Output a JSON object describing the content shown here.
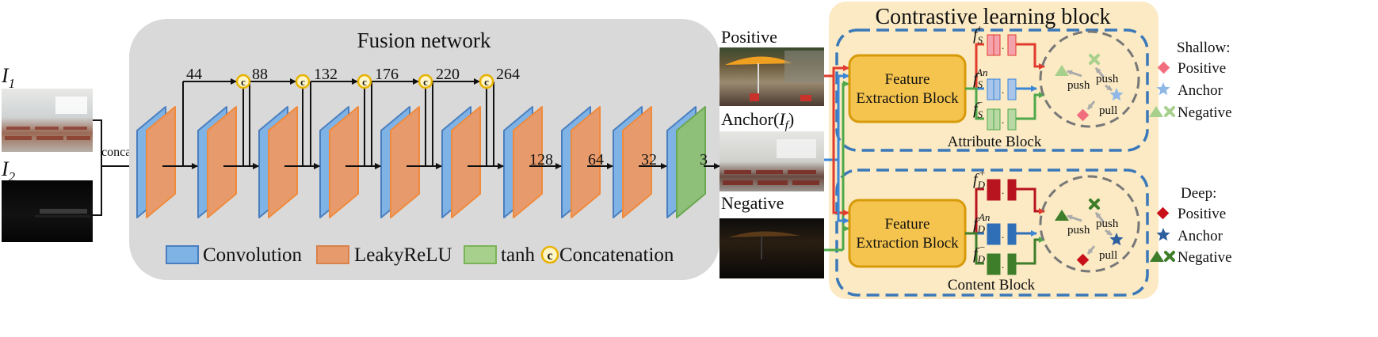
{
  "inputs": {
    "i1_label": "I",
    "i1_sub": "1",
    "i2_label": "I",
    "i2_sub": "2",
    "concat_label": "concat"
  },
  "fusion": {
    "title": "Fusion network",
    "skip_channels": [
      "44",
      "88",
      "132",
      "176",
      "220",
      "264"
    ],
    "concat_symbol": "c",
    "tail_channels": [
      "128",
      "64",
      "32",
      "3"
    ]
  },
  "legend": {
    "convolution": "Convolution",
    "leakyrelu": "LeakyReLU",
    "tanh": "tanh",
    "concat_symbol": "c",
    "concatenation": "Concatenation"
  },
  "samples": {
    "positive": "Positive",
    "anchor": "Anchor(",
    "anchor_var": "I",
    "anchor_sub": "f",
    "anchor_close": ")",
    "negative": "Negative"
  },
  "contrastive": {
    "title": "Contrastive learning block",
    "extraction_line1": "Feature",
    "extraction_line2": "Extraction Block",
    "attribute_block": "Attribute Block",
    "content_block": "Content Block",
    "push": "push",
    "pull": "pull",
    "f": "f",
    "sub_s": "S",
    "sub_d": "D",
    "sup_plus": "+",
    "sup_an": "An",
    "sup_minus": "−"
  },
  "key": {
    "shallow": "Shallow:",
    "deep": "Deep:",
    "positive": "Positive",
    "anchor": "Anchor",
    "negative": "Negative"
  },
  "colors": {
    "conv": "#7fb2e5",
    "relu": "#e79b6c",
    "tanh": "#8fc07a",
    "panel_gray": "#d9d9d9",
    "panel_cream": "#fbeac4",
    "feature_block": "#f5c44e",
    "dash_blue": "#3a78b9",
    "red": "#e23b2e",
    "blue": "#3b86d6",
    "green": "#4fa84a"
  }
}
